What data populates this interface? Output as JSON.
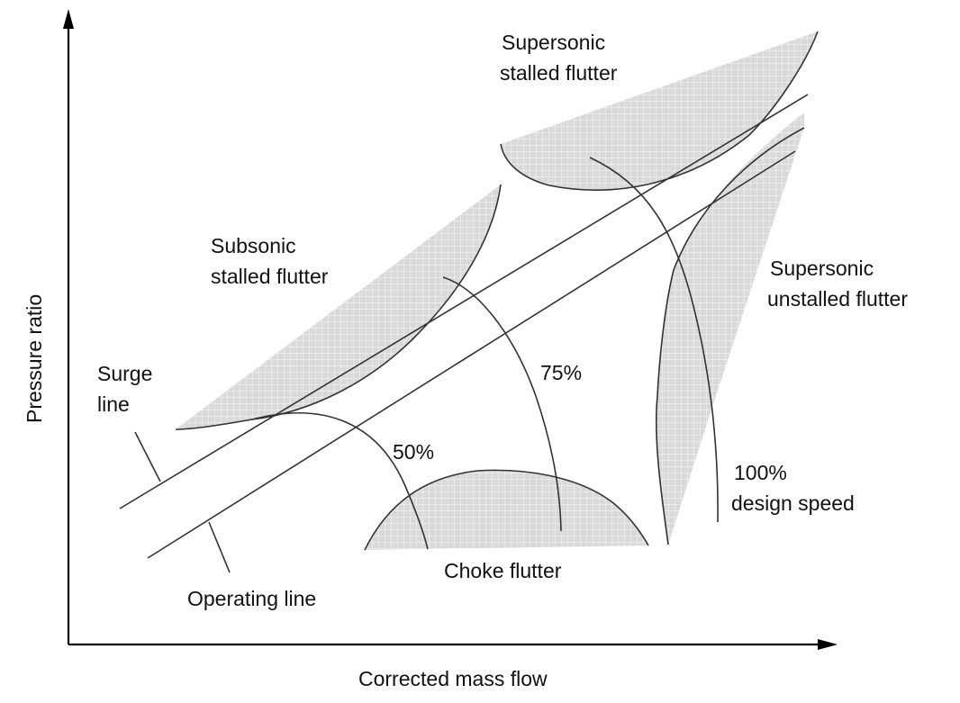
{
  "axes": {
    "x_label": "Corrected mass flow",
    "y_label": "Pressure ratio"
  },
  "regions": {
    "supersonic_stalled_flutter": [
      "Supersonic",
      "stalled flutter"
    ],
    "subsonic_stalled_flutter": [
      "Subsonic",
      "stalled flutter"
    ],
    "supersonic_unstalled_flutter": [
      "Supersonic",
      "unstalled flutter"
    ],
    "choke_flutter": "Choke flutter"
  },
  "lines": {
    "surge_line": [
      "Surge",
      "line"
    ],
    "operating_line": "Operating line"
  },
  "speed_lines": {
    "speed_50": "50%",
    "speed_75": "75%",
    "speed_100": [
      "100%",
      "design speed"
    ]
  },
  "colors": {
    "hatch_fill": "#cfcfcf",
    "line": "#333333",
    "axis": "#000000"
  }
}
